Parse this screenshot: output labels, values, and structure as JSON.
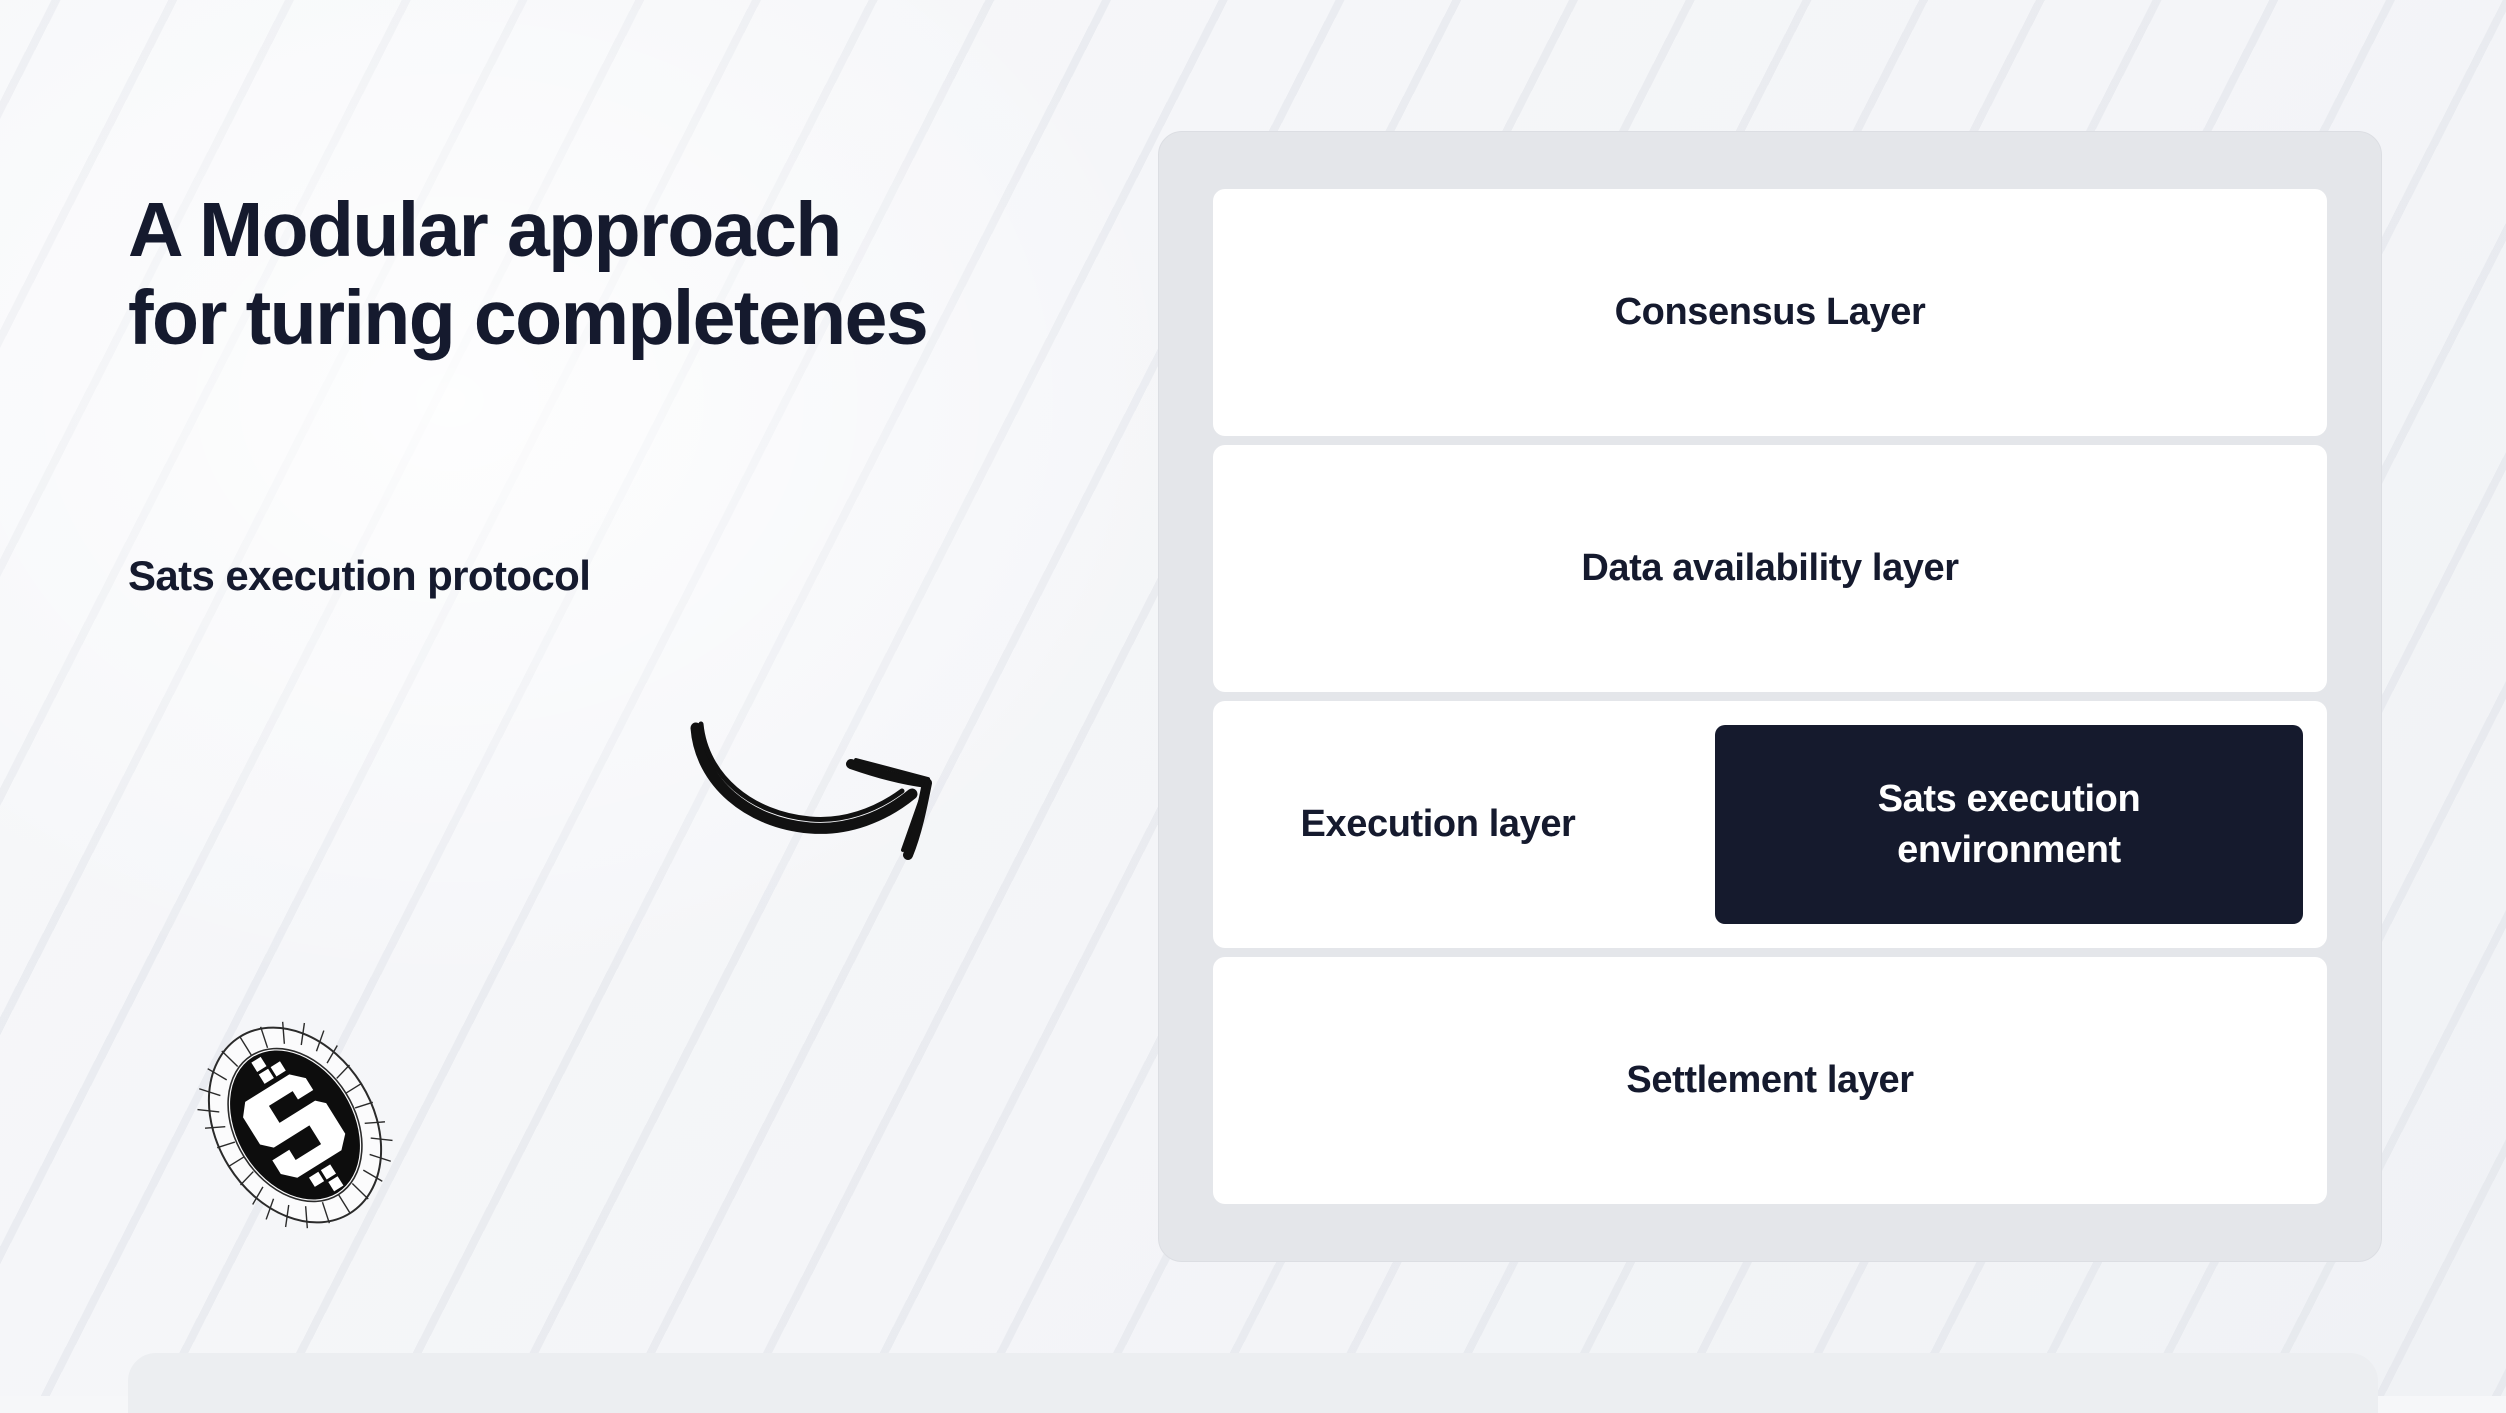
{
  "theme": {
    "page_background": "#f6f7f9",
    "text_primary": "#151a2e",
    "panel_background": "#e4e6ea",
    "card_background": "#ffffff",
    "accent_dark": "#151a2d",
    "accent_dark_text": "#ffffff",
    "bottom_section_background": "#eceef1"
  },
  "left": {
    "headline": "A Modular approach\nfor turing completenes",
    "subheadline": "Sats execution protocol",
    "arrow_icon": "curved-arrow-icon",
    "logo_icon": "sats-coin-logo"
  },
  "stack": {
    "layers": [
      {
        "label": "Consensus Layer",
        "name": "consensus-layer-card"
      },
      {
        "label": "Data availability layer",
        "name": "data-availability-layer-card"
      },
      {
        "label": "Execution layer",
        "name": "execution-layer-card"
      },
      {
        "label": "Settlement layer",
        "name": "settlement-layer-card"
      }
    ],
    "highlight": {
      "label": "Sats execution environment",
      "name": "sats-execution-environment-badge"
    }
  }
}
